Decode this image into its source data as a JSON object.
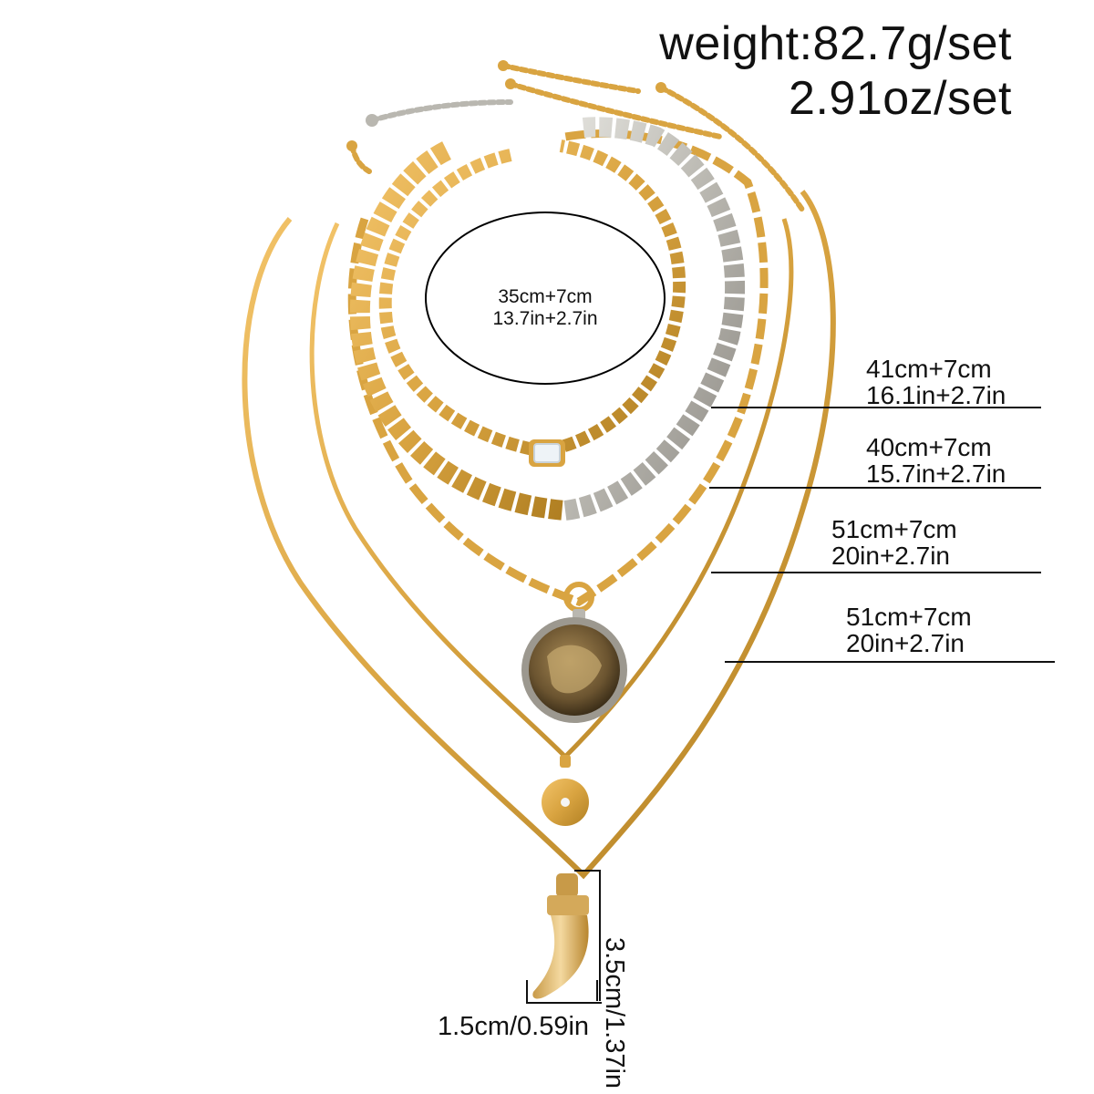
{
  "weight": {
    "line1": "weight:82.7g/set",
    "line2": "2.91oz/set"
  },
  "circle_label": {
    "line1": "35cm+7cm",
    "line2": "13.7in+2.7in"
  },
  "dimensions": [
    {
      "cm": "41cm+7cm",
      "in": "16.1in+2.7in"
    },
    {
      "cm": "40cm+7cm",
      "in": "15.7in+2.7in"
    },
    {
      "cm": "51cm+7cm",
      "in": "20in+2.7in"
    },
    {
      "cm": "51cm+7cm",
      "in": "20in+2.7in"
    }
  ],
  "pendant": {
    "height_label": "3.5cm/1.37in",
    "width_label": "1.5cm/0.59in"
  },
  "colors": {
    "gold": "#d9a441",
    "gold_dark": "#b07f22",
    "silver": "#b9b7b0",
    "silver_dark": "#8f8c86",
    "text": "#111111"
  }
}
